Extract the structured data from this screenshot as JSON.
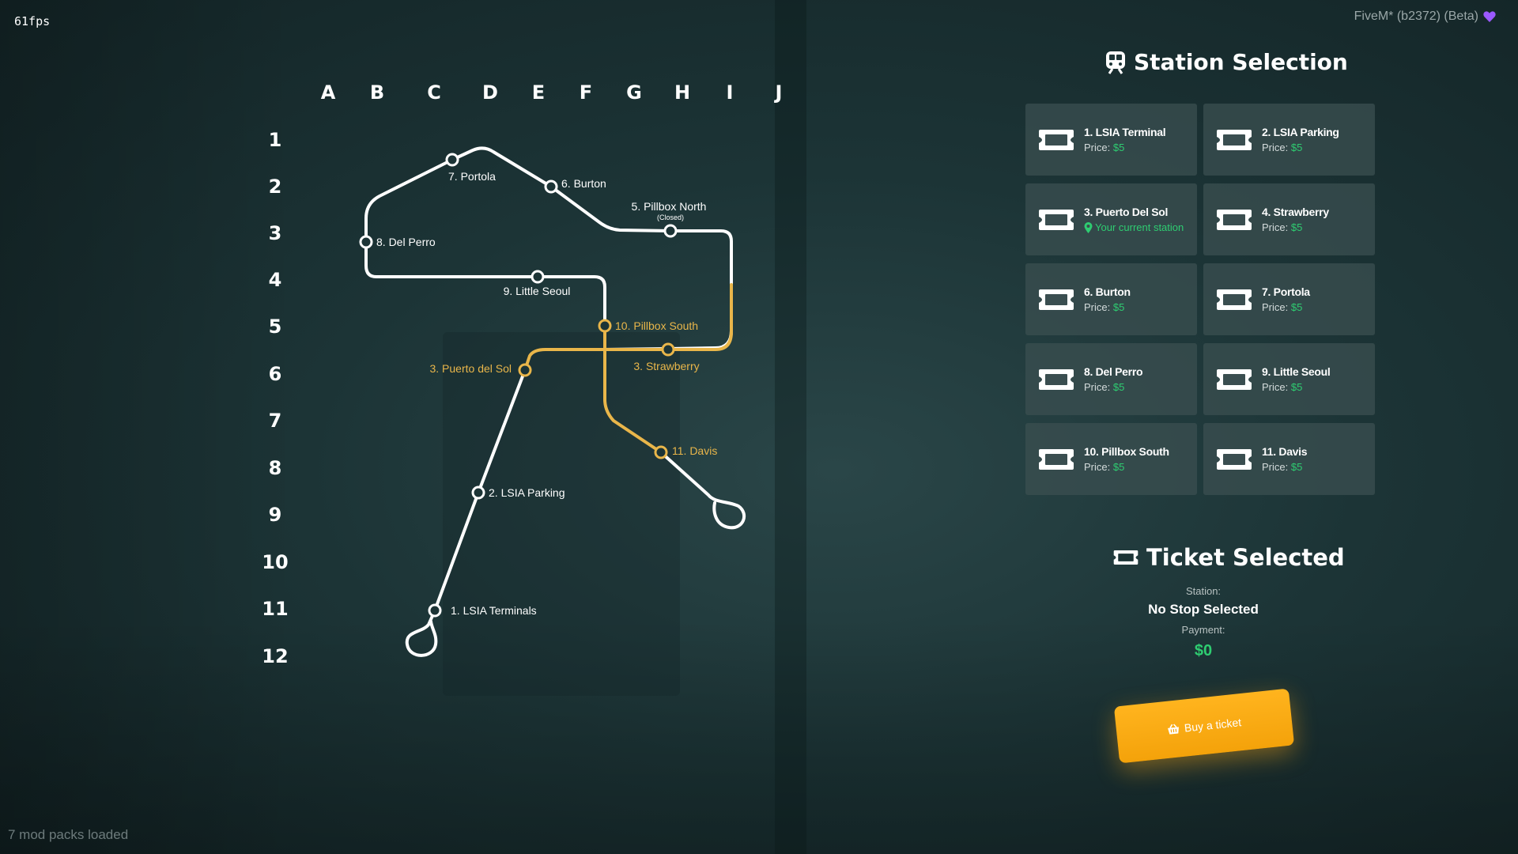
{
  "hud": {
    "fps": "61fps",
    "client": "FiveM* (b2372) (Beta)",
    "mod_packs": "7 mod packs loaded"
  },
  "colors": {
    "accent": "#ffb41e",
    "line_white": "#ffffff",
    "line_yellow": "#e9b64a",
    "price": "#2ecc71"
  },
  "map": {
    "columns": [
      "A",
      "B",
      "C",
      "D",
      "E",
      "F",
      "G",
      "H",
      "I",
      "J"
    ],
    "rows": [
      "1",
      "2",
      "3",
      "4",
      "5",
      "6",
      "7",
      "8",
      "9",
      "10",
      "11",
      "12"
    ],
    "stations": {
      "portola": "7. Portola",
      "burton": "6. Burton",
      "pillbox_north": "5. Pillbox North",
      "pillbox_north_note": "(Closed)",
      "del_perro": "8. Del Perro",
      "little_seoul": "9. Little Seoul",
      "pillbox_south": "10. Pillbox South",
      "puerto_del_sol": "3. Puerto del Sol",
      "strawberry": "3. Strawberry",
      "davis": "11. Davis",
      "lsia_parking": "2. LSIA Parking",
      "lsia_terminals": "1. LSIA Terminals"
    }
  },
  "selection": {
    "title": "Station Selection",
    "price_label": "Price:",
    "price_value": "$5",
    "current_station_text": "Your current station",
    "cards": [
      {
        "name": "1. LSIA Terminal",
        "current": false
      },
      {
        "name": "2. LSIA Parking",
        "current": false
      },
      {
        "name": "3. Puerto Del Sol",
        "current": true
      },
      {
        "name": "4. Strawberry",
        "current": false
      },
      {
        "name": "6. Burton",
        "current": false
      },
      {
        "name": "7. Portola",
        "current": false
      },
      {
        "name": "8. Del Perro",
        "current": false
      },
      {
        "name": "9. Little Seoul",
        "current": false
      },
      {
        "name": "10. Pillbox South",
        "current": false
      },
      {
        "name": "11. Davis",
        "current": false
      }
    ]
  },
  "ticket": {
    "title": "Ticket Selected",
    "station_label": "Station:",
    "station_value": "No Stop Selected",
    "payment_label": "Payment:",
    "payment_value": "$0",
    "buy_label": "Buy a ticket"
  }
}
